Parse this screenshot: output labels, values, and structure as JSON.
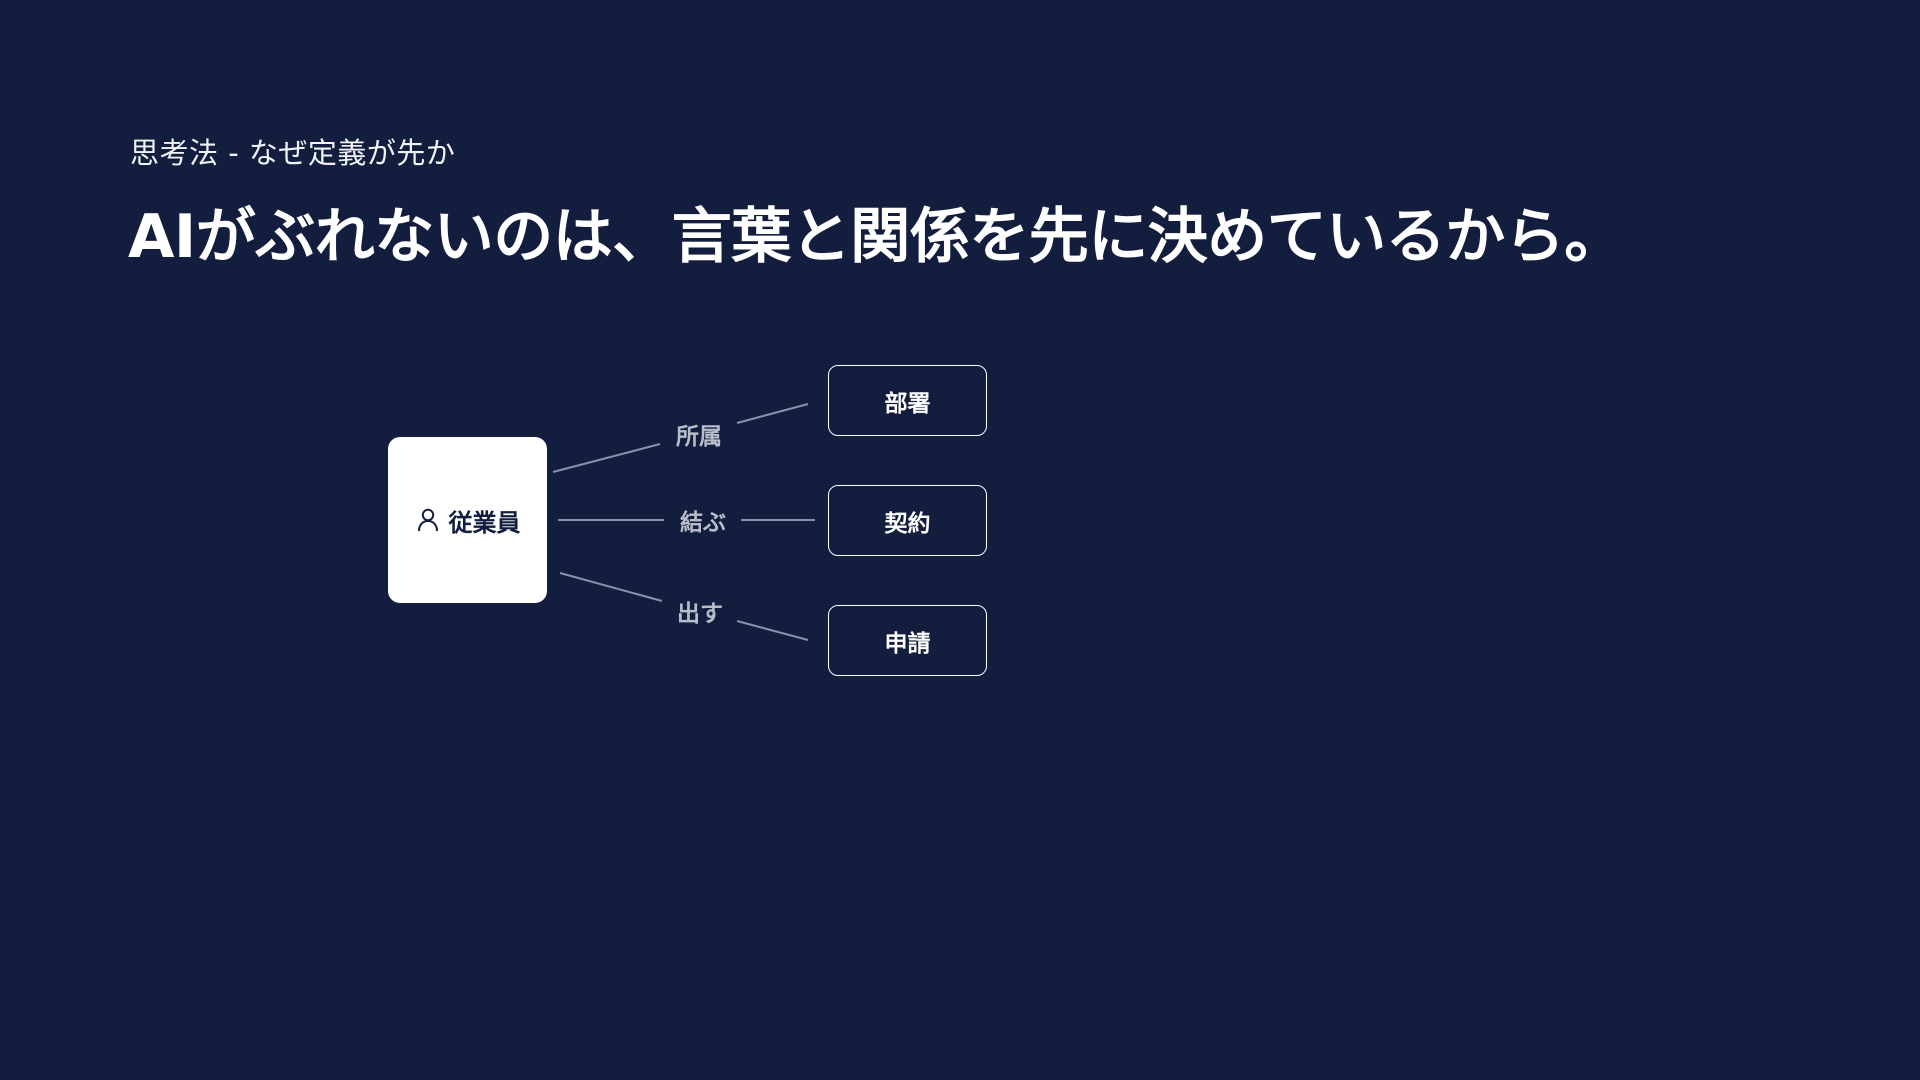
{
  "header": {
    "subtitle": "思考法 - なぜ定義が先か",
    "title": "AIがぶれないのは、言葉と関係を先に決めているから。"
  },
  "diagram": {
    "source": {
      "icon": "person-icon",
      "label": "従業員"
    },
    "relations": [
      {
        "verb": "所属",
        "target": "部署"
      },
      {
        "verb": "結ぶ",
        "target": "契約"
      },
      {
        "verb": "出す",
        "target": "申請"
      }
    ]
  },
  "colors": {
    "background": "#131d3e",
    "node_fill": "#ffffff",
    "edge": "#8a91a8",
    "edge_label": "#b9bdc9"
  }
}
